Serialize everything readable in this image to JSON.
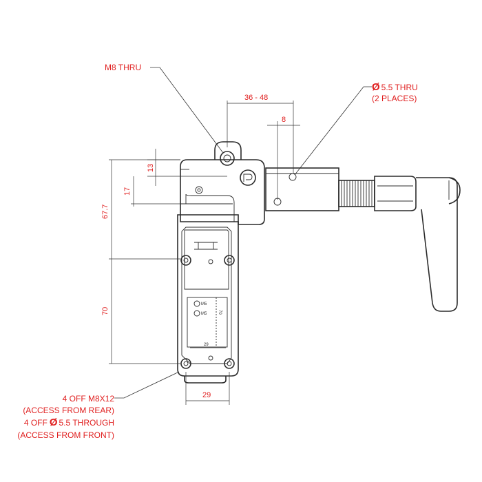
{
  "colors": {
    "annotation": "#e02020",
    "line": "#2b2b2b",
    "background": "#ffffff"
  },
  "annotations": {
    "m8_thru": "M8 THRU",
    "hole_thru_symbol": "Ø",
    "hole_thru_text": "5.5 THRU",
    "hole_thru_places": "(2 PLACES)",
    "mount_line1": "4 OFF M8X12",
    "mount_line2": "(ACCESS FROM REAR)",
    "mount_line3_symbol": "Ø",
    "mount_line3_prefix": "4 OFF",
    "mount_line3_text": "5.5 THROUGH",
    "mount_line4": "(ACCESS FROM FRONT)"
  },
  "dimensions": {
    "d36_48": "36 - 48",
    "d8": "8",
    "d13": "13",
    "d17": "17",
    "d67_7": "67.7",
    "d70": "70",
    "d29_bottom": "29",
    "d29_inner": "29",
    "d70_inner": "70"
  },
  "body_markings": {
    "m5_a": "M5",
    "m5_b": "M5"
  },
  "icons": [
    "logo-badge-icon",
    "release-lever-icon"
  ]
}
